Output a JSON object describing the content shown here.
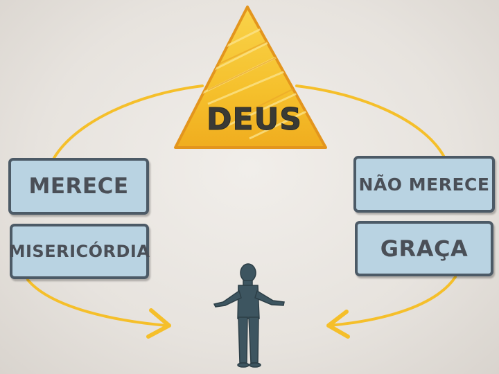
{
  "top": {
    "label": "DEUS"
  },
  "left": {
    "top_label": "MERECE",
    "bottom_label": "MISERICÓRDIA"
  },
  "right": {
    "top_label": "NÃO MERECE",
    "bottom_label": "GRAÇA"
  },
  "colors": {
    "pyramid": "#f7c531",
    "pyramid_edge": "#e3951d",
    "arrow": "#f5bf2a",
    "box_fill": "#b9d3e2",
    "box_border": "#4c5a66",
    "figure": "#3d5560"
  }
}
